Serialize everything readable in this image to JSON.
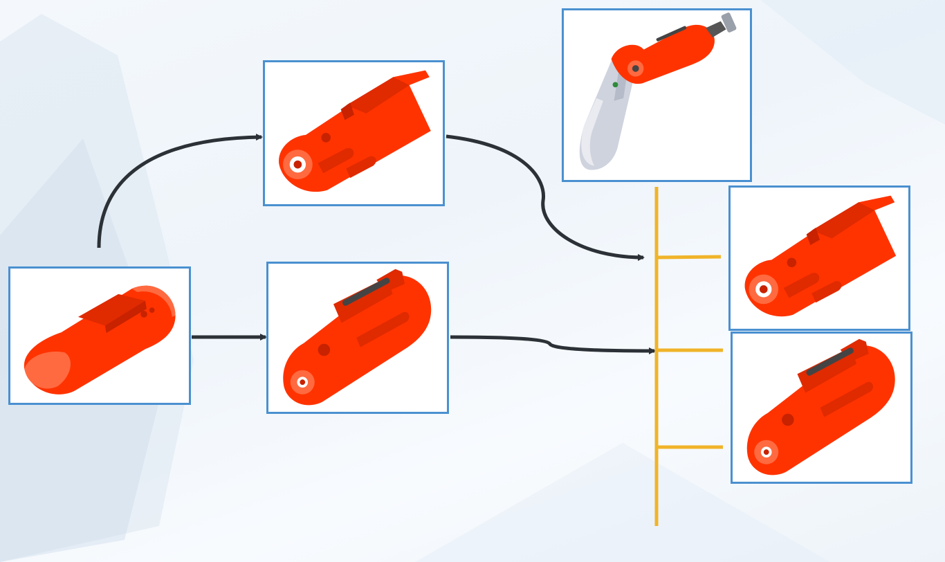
{
  "canvas": {
    "background": "#f1f6fb"
  },
  "colors": {
    "frame_border": "#4a90d0",
    "part_red": "#ff3300",
    "part_red_dark": "#c82200",
    "part_red_light": "#ff6a40",
    "housing_silver": "#cfd3de",
    "arrow": "#2b3136",
    "bracket": "#f0b429",
    "slot_dark": "#444444"
  },
  "nodes": [
    {
      "id": "raw-blank-tube",
      "icon": "red-tube-blank-part-icon"
    },
    {
      "id": "split-housing-half-top",
      "icon": "red-housing-half-shell-icon"
    },
    {
      "id": "slotted-housing-bottom",
      "icon": "red-slotted-housing-icon"
    },
    {
      "id": "assembled-screwdriver",
      "icon": "assembled-screwdriver-icon"
    },
    {
      "id": "result-housing-half",
      "icon": "red-housing-half-shell-icon"
    },
    {
      "id": "result-slotted-housing",
      "icon": "red-slotted-housing-icon"
    }
  ],
  "edges": [
    {
      "from": "raw-blank-tube",
      "to": "split-housing-half-top"
    },
    {
      "from": "raw-blank-tube",
      "to": "slotted-housing-bottom"
    },
    {
      "from": "split-housing-half-top",
      "to": "assembly-bracket"
    },
    {
      "from": "slotted-housing-bottom",
      "to": "assembly-bracket"
    }
  ]
}
